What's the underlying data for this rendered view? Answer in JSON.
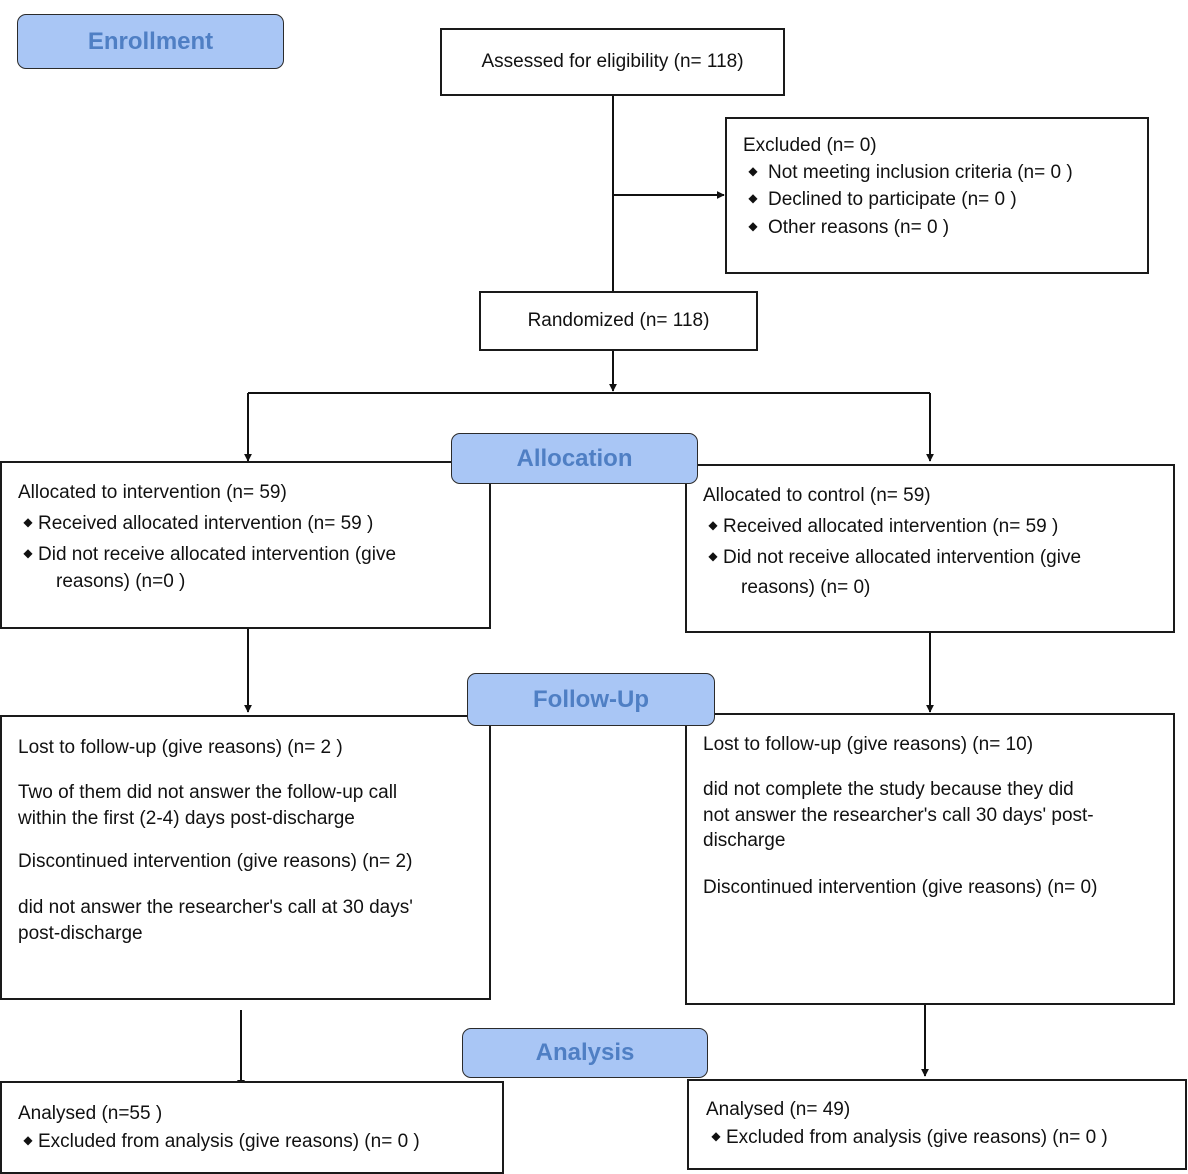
{
  "stages": {
    "enrollment": "Enrollment",
    "allocation": "Allocation",
    "follow_up": "Follow-Up",
    "analysis": "Analysis"
  },
  "assessed": {
    "text": "Assessed for eligibility (n= 118)"
  },
  "excluded": {
    "title": "Excluded (n= 0)",
    "bullet_glyph": "◆",
    "items": [
      "Not meeting inclusion criteria (n= 0 )",
      "Declined to participate (n= 0 )",
      "Other reasons (n= 0 )"
    ]
  },
  "randomized": {
    "text": "Randomized (n= 118)"
  },
  "intervention": {
    "title": "Allocated to intervention (n= 59)",
    "received": "Received allocated intervention (n= 59 )",
    "not_received": "Did not receive allocated intervention (give",
    "not_received_cont": "reasons) (n=0 )"
  },
  "control": {
    "title": "Allocated to control (n= 59)",
    "received": "Received allocated intervention (n= 59 )",
    "not_received": "Did not receive allocated intervention (give",
    "not_received_cont": "reasons) (n= 0)"
  },
  "followup_intervention": {
    "lost": "Lost to follow-up (give reasons) (n= 2 )",
    "lost_reason_1": "Two of them did not answer the follow-up call",
    "lost_reason_2": "within the first (2-4) days post-discharge",
    "discontinued": "Discontinued intervention (give reasons) (n= 2)",
    "disc_reason_1": "did not answer the researcher's call at 30 days'",
    "disc_reason_2": "post-discharge"
  },
  "followup_control": {
    "lost": "Lost to follow-up (give reasons) (n= 10)",
    "lost_reason_1": "did not complete the study because they did",
    "lost_reason_2": "not answer the researcher's call 30 days' post-",
    "lost_reason_3": "discharge",
    "discontinued": "Discontinued intervention (give reasons) (n= 0)"
  },
  "analysis_intervention": {
    "analysed": "Analysed (n=55 )",
    "excluded": "Excluded from analysis (give reasons) (n= 0 )"
  },
  "analysis_control": {
    "analysed": "Analysed (n= 49)",
    "excluded": "Excluded from analysis (give reasons) (n= 0 )"
  }
}
